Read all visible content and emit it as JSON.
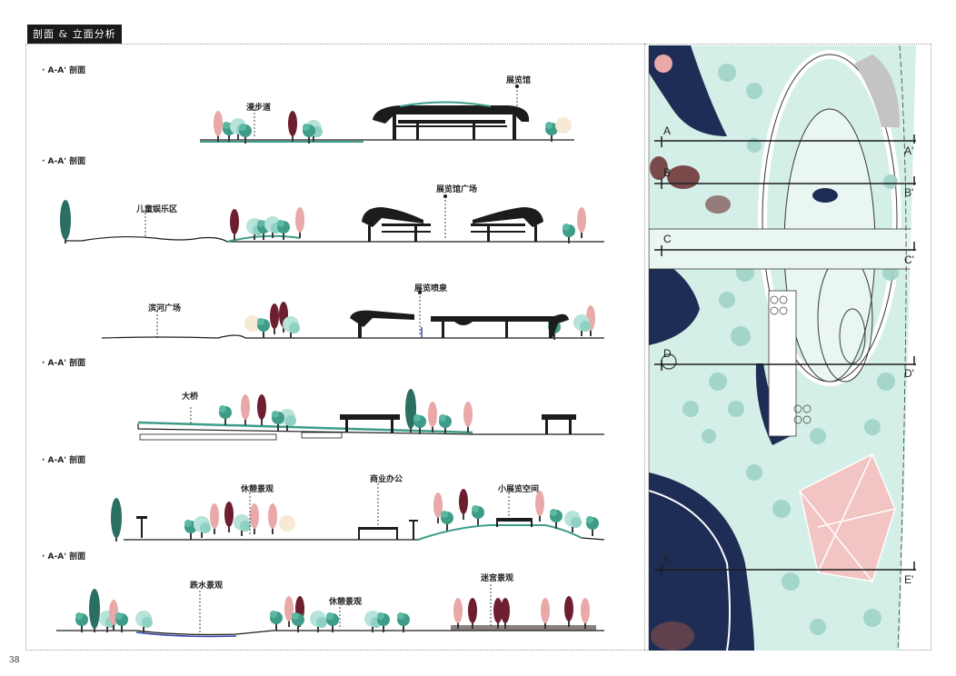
{
  "header": {
    "title": "剖面 & 立面分析"
  },
  "page_number": "38",
  "sections": [
    {
      "label": "· A-A' 剖面",
      "callouts": [
        "漫步道",
        "展览馆"
      ]
    },
    {
      "label": "· A-A' 剖面",
      "callouts": [
        "儿童娱乐区",
        "展览馆广场"
      ]
    },
    {
      "label": "",
      "callouts": [
        "滨河广场",
        "展览喷泉"
      ]
    },
    {
      "label": "· A-A' 剖面",
      "callouts": [
        "大桥"
      ]
    },
    {
      "label": "· A-A' 剖面",
      "callouts": [
        "休憩景观",
        "商业办公",
        "小展览空间"
      ]
    },
    {
      "label": "· A-A' 剖面",
      "callouts": [
        "跌水景观",
        "休憩景观",
        "迷宫景观"
      ]
    }
  ],
  "map": {
    "cut_lines": [
      {
        "start": "A",
        "end": "A'"
      },
      {
        "start": "B",
        "end": "B'"
      },
      {
        "start": "C",
        "end": "C'"
      },
      {
        "start": "D",
        "end": "D'"
      },
      {
        "start": "E",
        "end": "E'"
      }
    ]
  },
  "colors": {
    "navy": "#1e2d55",
    "mint": "#b6e3da",
    "teal": "#3e9c88",
    "pink": "#e8a9a8",
    "maroon": "#6e1f2f",
    "dark": "#1c1c1c"
  }
}
